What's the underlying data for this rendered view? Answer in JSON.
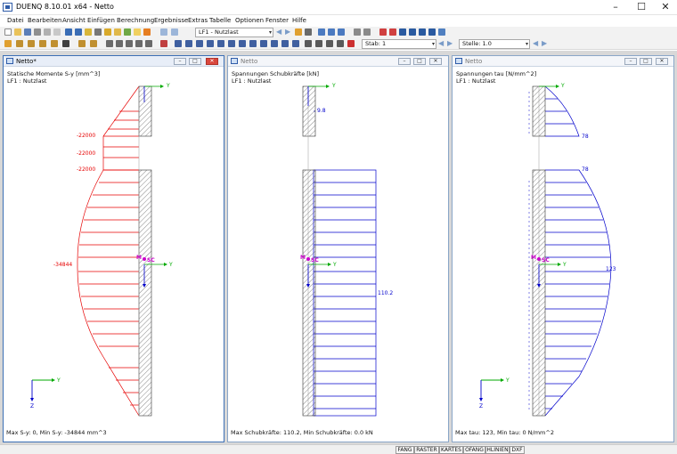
{
  "window": {
    "title": "DUENQ 8.10.01 x64 - Netto"
  },
  "menu": [
    "Datei",
    "Bearbeiten",
    "Ansicht",
    "Einfügen",
    "Berechnung",
    "Ergebnisse",
    "Extras",
    "Tabelle",
    "Optionen",
    "Fenster",
    "Hilfe"
  ],
  "toolbar": {
    "loadcase": "LF1 - Nutzlast",
    "member": "Stab: 1",
    "location": "Stelle: 1.0"
  },
  "panels": [
    {
      "title": "Netto*",
      "caption1": "Statische Momente S-y [mm^3]",
      "caption2": "LF1 : Nutzlast",
      "footer": "Max S-y: 0, Min S-y: -34844 mm^3",
      "labels": [
        "-22000",
        "-22000",
        "-22000",
        "-34844"
      ],
      "color": "#e60000"
    },
    {
      "title": "Netto",
      "caption1": "Spannungen Schubkräfte [kN]",
      "caption2": "LF1 : Nutzlast",
      "footer": "Max Schubkräfte: 110.2, Min Schubkräfte: 0.0 kN",
      "labels": [
        "9.8",
        "110.2"
      ],
      "color": "#0000cc"
    },
    {
      "title": "Netto",
      "caption1": "Spannungen tau [N/mm^2]",
      "caption2": "LF1 : Nutzlast",
      "footer": "Max tau: 123, Min tau: 0 N/mm^2",
      "labels": [
        "78",
        "78",
        "123"
      ],
      "color": "#0000cc"
    }
  ],
  "axis_labels": {
    "y": "Y",
    "z": "Z",
    "m": "M",
    "sc": "SC"
  },
  "status": [
    "FANG",
    "RASTER",
    "KARTES",
    "OFANG",
    "HLINIEN",
    "DXF"
  ]
}
